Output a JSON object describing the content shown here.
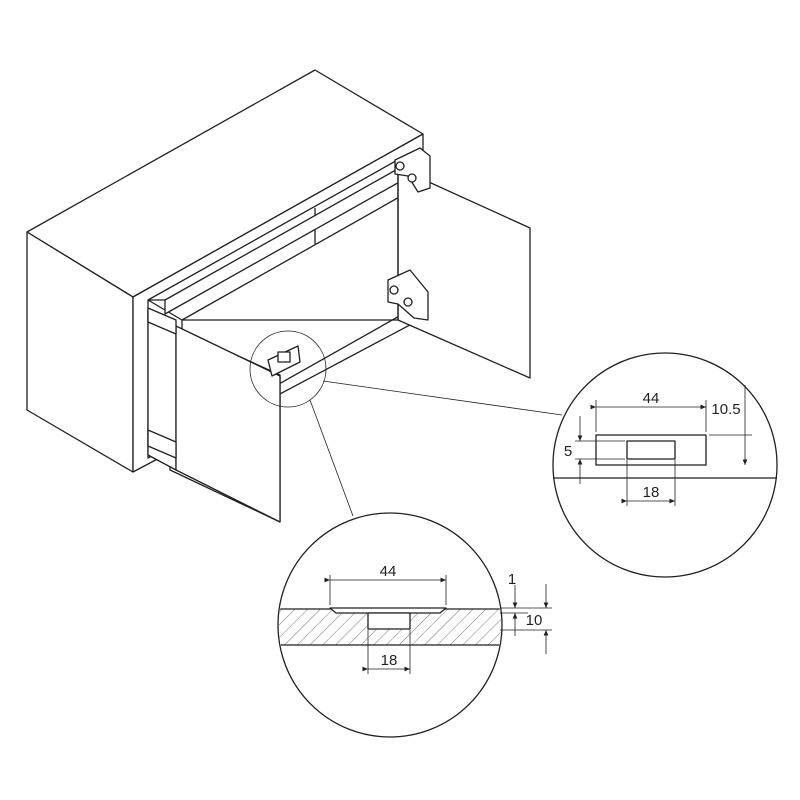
{
  "detail_top_view": {
    "width_label": "44",
    "inset_label": "10.5",
    "height_label": "5",
    "slot_label": "18"
  },
  "detail_section_view": {
    "width_label": "44",
    "plate_label": "1",
    "depth_label": "10",
    "slot_label": "18"
  },
  "colors": {
    "line": "#231f20",
    "background": "#ffffff"
  }
}
